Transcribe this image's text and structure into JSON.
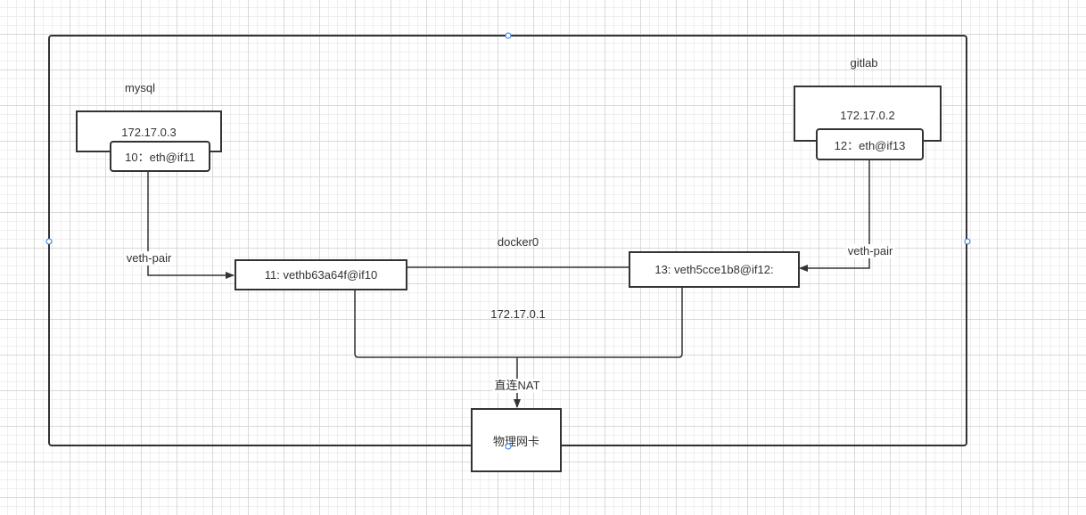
{
  "diagram": {
    "containers": {
      "mysql": {
        "title": "mysql",
        "ip": "172.17.0.3",
        "interface": "10：eth@if11"
      },
      "gitlab": {
        "title": "gitlab",
        "ip": "172.17.0.2",
        "interface": "12：eth@if13"
      }
    },
    "bridge": {
      "name": "docker0",
      "ip": "172.17.0.1",
      "left_port": "11: vethb63a64f@if10",
      "right_port": "13: veth5cce1b8@if12:"
    },
    "links": {
      "left_pair": "veth-pair",
      "right_pair": "veth-pair",
      "nat": "直连NAT"
    },
    "physical_nic": "物理网卡"
  }
}
